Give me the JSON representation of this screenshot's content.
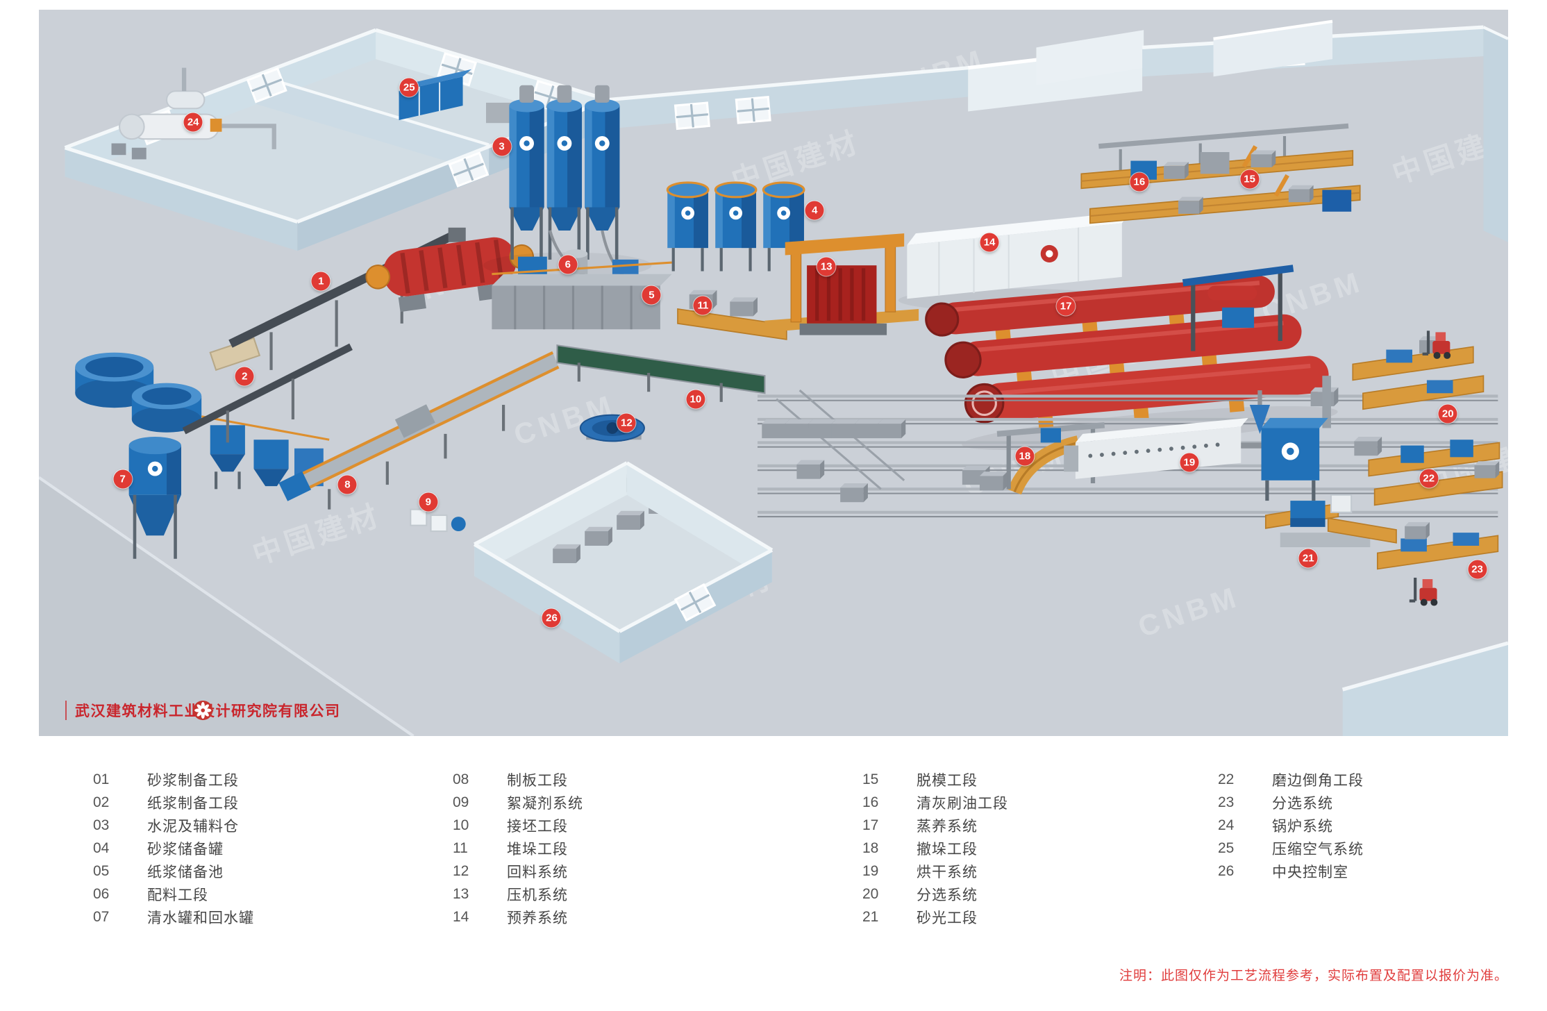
{
  "scene": {
    "company": "武汉建筑材料工业设计研究院有限公司",
    "watermark_texts": [
      "CNBM",
      "中国建材"
    ],
    "markers": [
      {
        "n": "1",
        "x": 19.2,
        "y": 37.4
      },
      {
        "n": "2",
        "x": 14.0,
        "y": 50.5
      },
      {
        "n": "3",
        "x": 31.5,
        "y": 18.8
      },
      {
        "n": "4",
        "x": 52.8,
        "y": 27.6
      },
      {
        "n": "5",
        "x": 41.7,
        "y": 39.3
      },
      {
        "n": "6",
        "x": 36.0,
        "y": 35.1
      },
      {
        "n": "7",
        "x": 5.7,
        "y": 64.6
      },
      {
        "n": "8",
        "x": 21.0,
        "y": 65.4
      },
      {
        "n": "9",
        "x": 26.5,
        "y": 67.8
      },
      {
        "n": "10",
        "x": 44.7,
        "y": 53.6
      },
      {
        "n": "11",
        "x": 45.2,
        "y": 40.7
      },
      {
        "n": "12",
        "x": 40.0,
        "y": 56.9
      },
      {
        "n": "13",
        "x": 53.6,
        "y": 35.4
      },
      {
        "n": "14",
        "x": 64.7,
        "y": 32.0
      },
      {
        "n": "15",
        "x": 82.4,
        "y": 23.3
      },
      {
        "n": "16",
        "x": 74.9,
        "y": 23.7
      },
      {
        "n": "17",
        "x": 69.9,
        "y": 40.8
      },
      {
        "n": "18",
        "x": 67.1,
        "y": 61.5
      },
      {
        "n": "19",
        "x": 78.3,
        "y": 62.3
      },
      {
        "n": "20",
        "x": 95.9,
        "y": 55.6
      },
      {
        "n": "21",
        "x": 86.4,
        "y": 75.5
      },
      {
        "n": "22",
        "x": 94.6,
        "y": 64.5
      },
      {
        "n": "23",
        "x": 97.9,
        "y": 77.1
      },
      {
        "n": "24",
        "x": 10.5,
        "y": 15.5
      },
      {
        "n": "25",
        "x": 25.2,
        "y": 10.7
      },
      {
        "n": "26",
        "x": 34.9,
        "y": 83.7
      }
    ]
  },
  "legend": {
    "columns": [
      {
        "items": [
          {
            "num": "01",
            "label": "砂浆制备工段"
          },
          {
            "num": "02",
            "label": "纸浆制备工段"
          },
          {
            "num": "03",
            "label": "水泥及辅料仓"
          },
          {
            "num": "04",
            "label": "砂浆储备罐"
          },
          {
            "num": "05",
            "label": "纸浆储备池"
          },
          {
            "num": "06",
            "label": "配料工段"
          },
          {
            "num": "07",
            "label": "清水罐和回水罐"
          }
        ]
      },
      {
        "items": [
          {
            "num": "08",
            "label": "制板工段"
          },
          {
            "num": "09",
            "label": "絮凝剂系统"
          },
          {
            "num": "10",
            "label": "接坯工段"
          },
          {
            "num": "11",
            "label": "堆垛工段"
          },
          {
            "num": "12",
            "label": "回料系统"
          },
          {
            "num": "13",
            "label": "压机系统"
          },
          {
            "num": "14",
            "label": "预养系统"
          }
        ]
      },
      {
        "items": [
          {
            "num": "15",
            "label": "脱模工段"
          },
          {
            "num": "16",
            "label": "清灰刷油工段"
          },
          {
            "num": "17",
            "label": "蒸养系统"
          },
          {
            "num": "18",
            "label": "撤垛工段"
          },
          {
            "num": "19",
            "label": "烘干系统"
          },
          {
            "num": "20",
            "label": "分选系统"
          },
          {
            "num": "21",
            "label": "砂光工段"
          }
        ]
      },
      {
        "items": [
          {
            "num": "22",
            "label": "磨边倒角工段"
          },
          {
            "num": "23",
            "label": "分选系统"
          },
          {
            "num": "24",
            "label": "锅炉系统"
          },
          {
            "num": "25",
            "label": "压缩空气系统"
          },
          {
            "num": "26",
            "label": "中央控制室"
          }
        ]
      }
    ]
  },
  "note": "注明：此图仅作为工艺流程参考，实际布置及配置以报价为准。",
  "colors": {
    "marker": "#e03a34",
    "brand_red": "#c9252c",
    "note_red": "#e03c3c"
  }
}
